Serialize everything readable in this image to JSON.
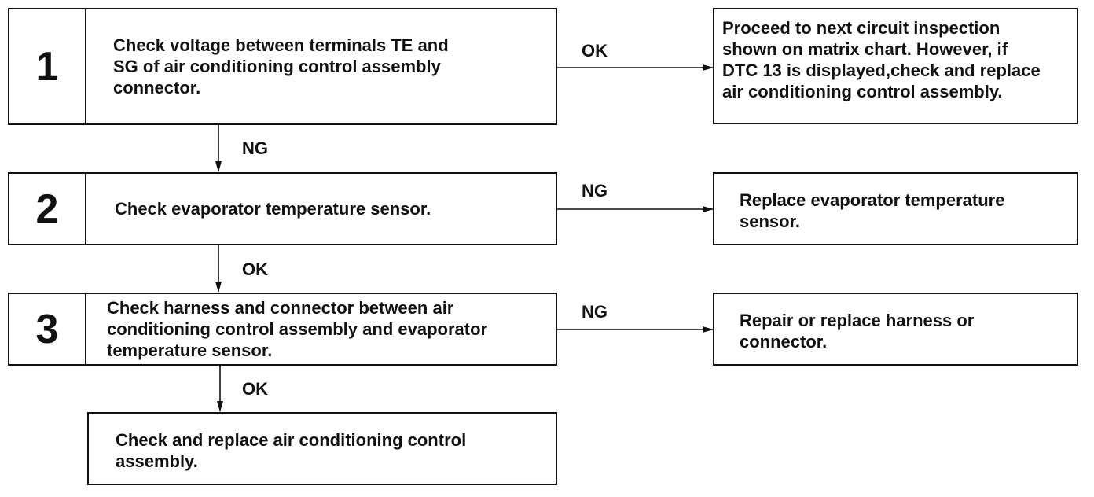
{
  "steps": [
    {
      "number": "1",
      "text": "Check voltage between terminals TE and\nSG of air conditioning control assembly\nconnector."
    },
    {
      "number": "2",
      "text": "Check evaporator temperature sensor."
    },
    {
      "number": "3",
      "text": "Check harness and connector between air\nconditioning control assembly and evaporator\ntemperature sensor."
    }
  ],
  "results": [
    {
      "text": "Proceed to next circuit inspection\nshown on matrix chart. However, if\nDTC 13 is displayed,check and replace\nair conditioning control assembly."
    },
    {
      "text": "Replace evaporator temperature\nsensor."
    },
    {
      "text": "Repair or replace harness or\nconnector."
    }
  ],
  "final": {
    "text": "Check and replace air conditioning control\nassembly."
  },
  "labels": {
    "s1_right": "OK",
    "s1_down": "NG",
    "s2_right": "NG",
    "s2_down": "OK",
    "s3_right": "NG",
    "s3_down": "OK"
  }
}
